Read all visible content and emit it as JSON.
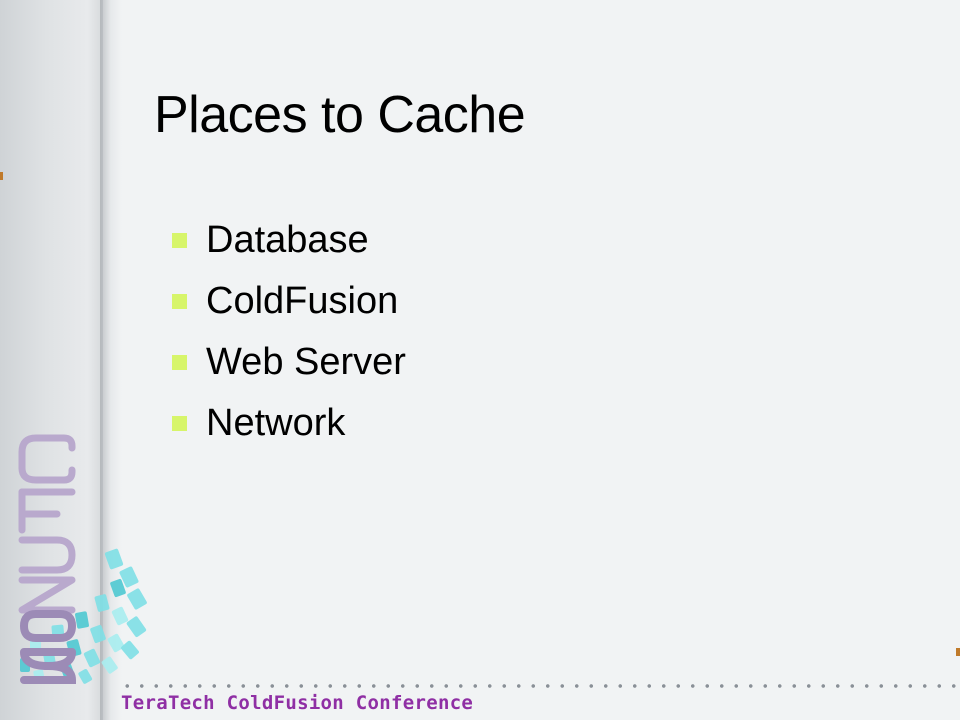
{
  "slide": {
    "title": "Places to Cache",
    "bullets": [
      {
        "label": "Database"
      },
      {
        "label": "ColdFusion"
      },
      {
        "label": "Web Server"
      },
      {
        "label": "Network"
      }
    ]
  },
  "logo": {
    "text_top": "CFUN",
    "text_year": "03",
    "icon": "cfun03-logo-icon"
  },
  "footer": {
    "text": "TeraTech ColdFusion Conference"
  },
  "colors": {
    "background": "#f1f3f4",
    "bullet_marker": "#d7f56a",
    "footer_text": "#8f2fa4",
    "logo_purple": "#b9a9cd",
    "logo_cyan": "#7fe0e6"
  }
}
